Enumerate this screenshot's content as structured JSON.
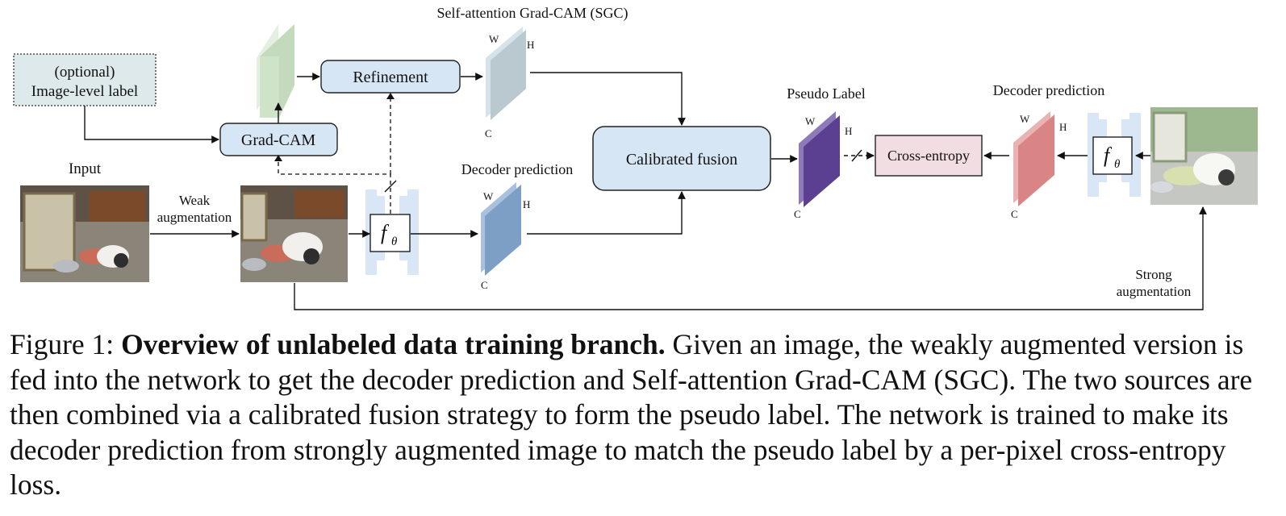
{
  "diagram": {
    "optional_label": {
      "line1": "(optional)",
      "line2": "Image-level label"
    },
    "sgc_title": "Self-attention Grad-CAM (SGC)",
    "refinement": "Refinement",
    "grad_cam": "Grad-CAM",
    "input": "Input",
    "weak_aug": {
      "line1": "Weak",
      "line2": "augmentation"
    },
    "decoder_prediction_mid": "Decoder prediction",
    "calibrated_fusion": "Calibrated fusion",
    "pseudo_label": "Pseudo Label",
    "cross_entropy": "Cross-entropy",
    "decoder_prediction_right": "Decoder prediction",
    "strong_aug": {
      "line1": "Strong",
      "line2": "augmentation"
    },
    "dims": {
      "w": "W",
      "h": "H",
      "c": "C"
    },
    "network_symbol": {
      "f": "f",
      "sub": "θ"
    },
    "colors": {
      "sgc_map": "#b9c9cf",
      "gradcam_map": "#cfe3c9",
      "decoder_map": "#7d9fc6",
      "pseudo_map": "#5b3f91",
      "decoder_right_map": "#d98585",
      "process_box": "#d7e6f5",
      "cross_entropy_box": "#f2dde3",
      "optional_box": "#dde9ea",
      "network_bars": "#d9e6f5"
    }
  },
  "caption": {
    "prefix": "Figure 1: ",
    "bold": "Overview of unlabeled data training branch.",
    "body": " Given an image, the weakly augmented version is fed into the network to get the decoder prediction and Self-attention Grad-CAM (SGC). The two sources are then combined via a calibrated fusion strategy to form the pseudo label. The network is trained to make its decoder prediction from strongly augmented image to match the pseudo label by a per-pixel cross-entropy loss."
  }
}
